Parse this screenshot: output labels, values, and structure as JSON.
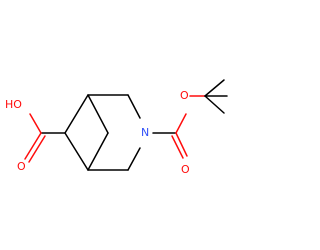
{
  "molecule": {
    "atoms": {
      "hydroxyl": {
        "label": "HO",
        "element": "O"
      },
      "carbonyl_o_acid": {
        "label": "O",
        "element": "O"
      },
      "nitrogen": {
        "label": "N",
        "element": "N"
      },
      "ester_o": {
        "label": "O",
        "element": "O"
      },
      "carbonyl_o_boc": {
        "label": "O",
        "element": "O"
      }
    },
    "colors": {
      "carbon_bond": "#000000",
      "oxygen": "#ff0d0d",
      "nitrogen": "#3050f8",
      "background": "#ffffff"
    }
  }
}
